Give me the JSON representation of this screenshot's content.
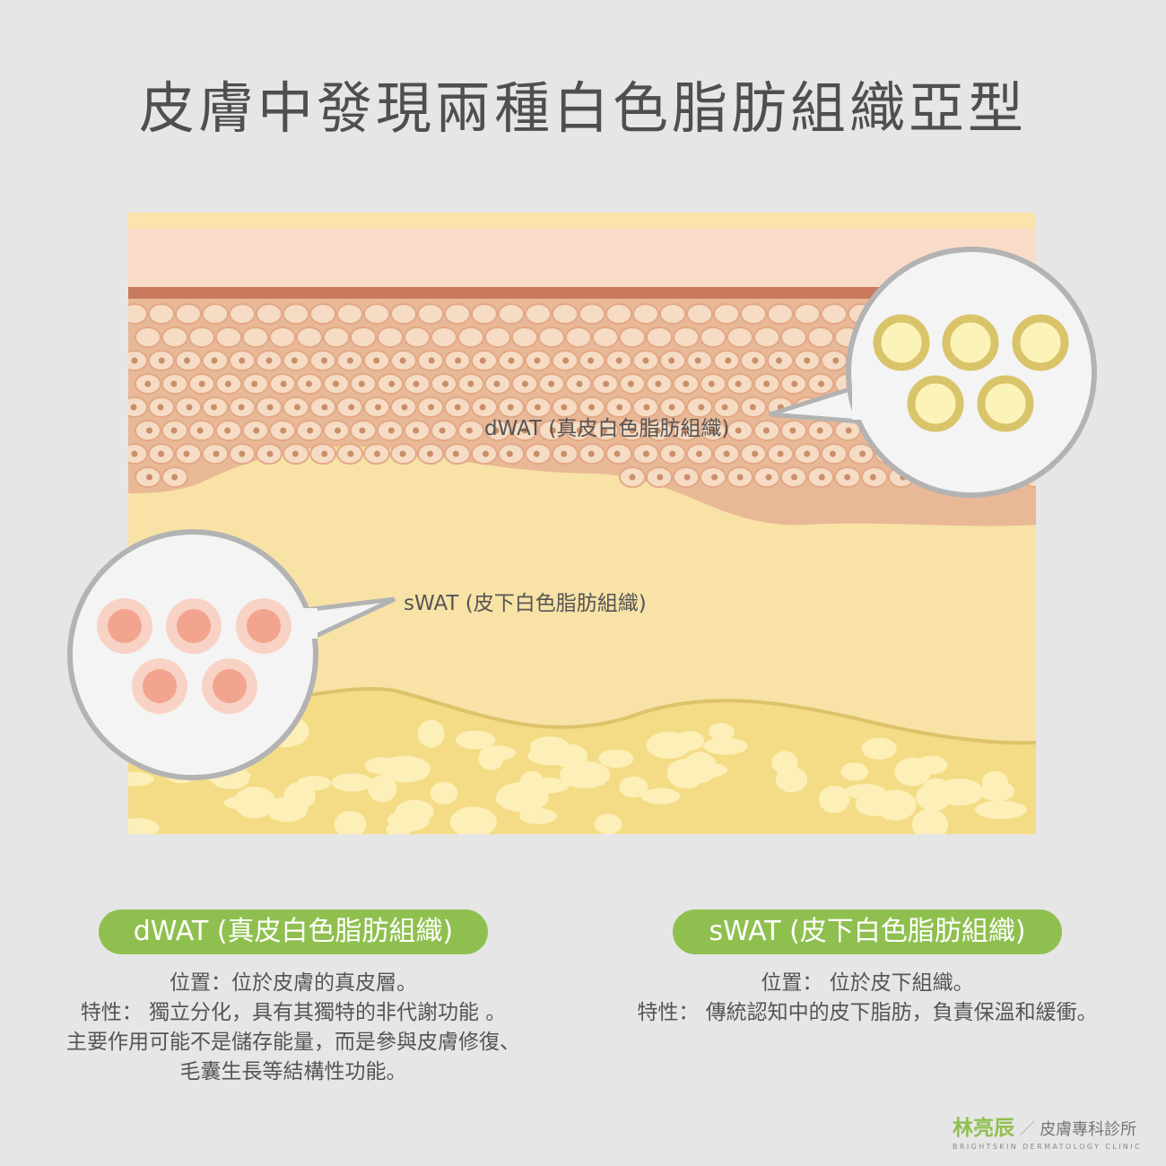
{
  "title": "皮膚中發現兩種白色脂肪組織亞型",
  "illustration": {
    "dwat_label": "dWAT (真皮白色脂肪組織)",
    "swat_label": "sWAT (皮下白色脂肪組織)",
    "colors": {
      "surface": "#fbe3ac",
      "epidermis": "#f9dcc8",
      "band": "#c97a5c",
      "dermis_cells": "#efc4a4",
      "dermis": "#f8e2a6",
      "fat": "#f3dc85",
      "dwat_cell": "#d9c46a",
      "swat_cell": "#f2a48e"
    }
  },
  "cards": [
    {
      "heading": "dWAT (真皮白色脂肪組織)",
      "lines": [
        "位置：位於皮膚的真皮層。",
        "特性： 獨立分化，具有其獨特的非代謝功能 。",
        "主要作用可能不是儲存能量，而是參與皮膚修復、",
        "毛囊生長等結構性功能。"
      ]
    },
    {
      "heading": "sWAT (皮下白色脂肪組織)",
      "lines": [
        "位置： 位於皮下組織。",
        "特性： 傳統認知中的皮下脂肪，負責保溫和緩衝。"
      ]
    }
  ],
  "brand": {
    "name": "林亮辰",
    "separator": "／",
    "subtitle": "皮膚專科診所",
    "english": "BRIGHTSKIN DERMATOLOGY CLINIC"
  }
}
